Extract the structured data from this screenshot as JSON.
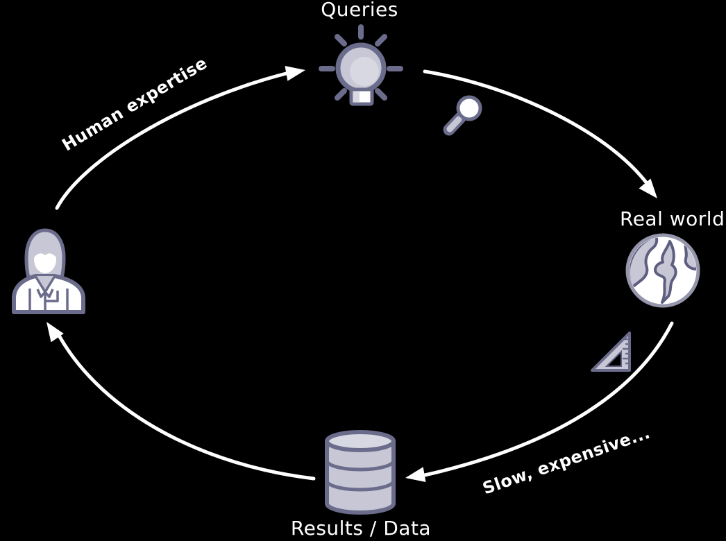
{
  "palette": {
    "bg": "#000000",
    "line": "#ffffff",
    "icon-stroke": "#6b6c8b",
    "icon-mid": "#c7c7d5",
    "icon-light": "#d8d8e2",
    "icon-white": "#ffffff",
    "globe-rim": "#9596ab",
    "continent-stroke": "#5e5f80"
  },
  "nodes": {
    "queries": {
      "label": "Queries",
      "icon": "lightbulb-icon"
    },
    "real_world": {
      "label": "Real world",
      "icon": "globe-icon"
    },
    "results": {
      "label": "Results / Data",
      "icon": "database-icon"
    },
    "scientist": {
      "icon": "scientist-icon"
    }
  },
  "edges": {
    "scientist_to_queries": {
      "label": "Human expertise"
    },
    "queries_to_real_world": {
      "icon": "magnifier-icon"
    },
    "real_world_to_results": {
      "label": "Slow, expensive...",
      "icon": "triangle-ruler-icon"
    },
    "results_to_scientist": {}
  }
}
